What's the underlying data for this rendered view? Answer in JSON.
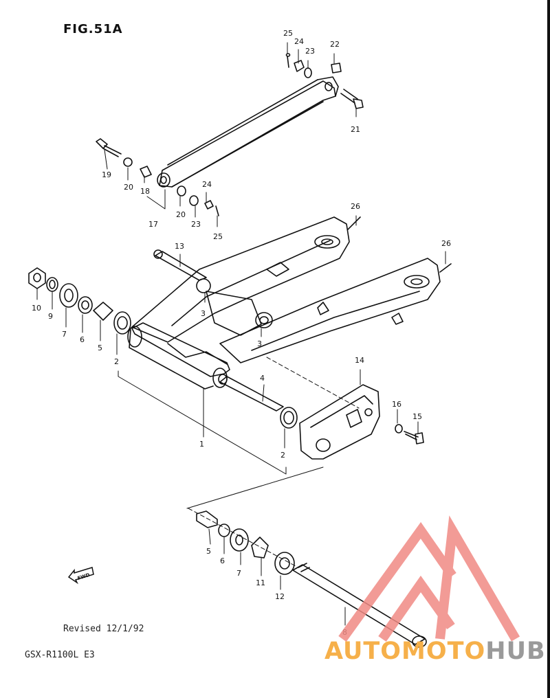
{
  "title": "FIG.51A",
  "revised": "Revised 12/1/92",
  "model": "GSX-R1100L E3",
  "fwd_label": "FWD",
  "watermark": {
    "part1": "AUTOMOTO",
    "part2": "HUB",
    "color_orange": "#f6b04a",
    "color_gray": "#9a9a9a",
    "logo_color": "#f08a84"
  },
  "callouts": {
    "c25a": "25",
    "c24a": "24",
    "c23a": "23",
    "c22": "22",
    "c21": "21",
    "c19": "19",
    "c20a": "20",
    "c18": "18",
    "c17": "17",
    "c20b": "20",
    "c24b": "24",
    "c23b": "23",
    "c25b": "25",
    "c26a": "26",
    "c26b": "26",
    "c13": "13",
    "c10": "10",
    "c9a": "9",
    "c7a": "7",
    "c6a": "6",
    "c5a": "5",
    "c2a": "2",
    "c3a": "3",
    "c3b": "3",
    "c4": "4",
    "c1": "1",
    "c2b": "2",
    "c14": "14",
    "c16": "16",
    "c15": "15",
    "c5b": "5",
    "c6b": "6",
    "c7b": "7",
    "c11": "11",
    "c12": "12",
    "c8": "8"
  }
}
